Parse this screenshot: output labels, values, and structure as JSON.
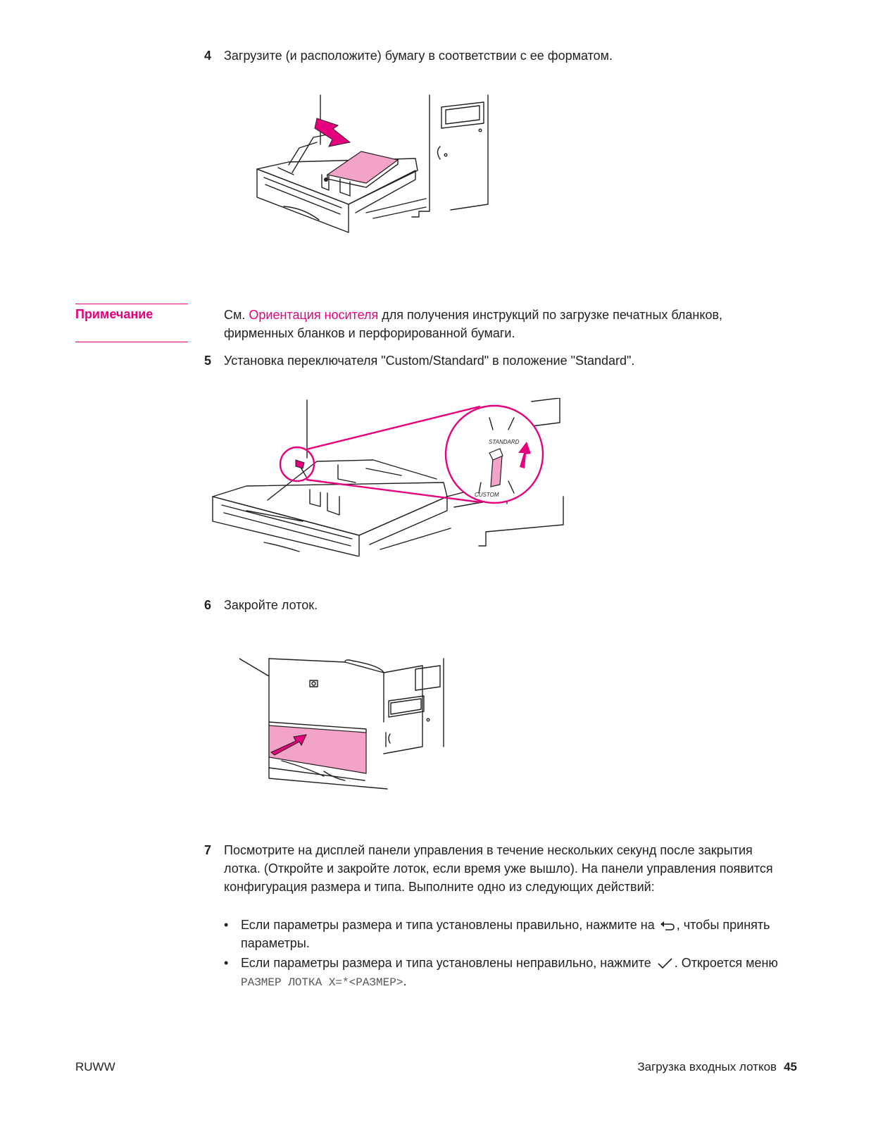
{
  "steps": [
    {
      "num": "4",
      "text": "Загрузите (и расположите) бумагу в соответствии с ее форматом."
    },
    {
      "num": "5",
      "text": "Установка переключателя \"Custom/Standard\" в положение \"Standard\"."
    },
    {
      "num": "6",
      "text": "Закройте лоток."
    },
    {
      "num": "7",
      "text": "Посмотрите на дисплей панели управления в течение нескольких секунд после закрытия лотка. (Откройте и закройте лоток, если время уже вышло). На панели управления появится конфигурация размера и типа. Выполните одно из следующих действий:"
    }
  ],
  "note": {
    "label": "Примечание",
    "prefix": "См. ",
    "link": "Ориентация носителя",
    "rest": " для получения инструкций по загрузке печатных бланков, фирменных бланков и перфорированной бумаги."
  },
  "figure2": {
    "switch_top": "STANDARD",
    "switch_bottom": "CUSTOM"
  },
  "bullets": [
    {
      "pre": "Если параметры размера и типа установлены правильно, нажмите на",
      "icon": "back-arrow-icon",
      "post": ", чтобы принять параметры."
    },
    {
      "pre": "Если параметры размера и типа установлены неправильно, нажмите",
      "icon": "checkmark-icon",
      "post": ". Откроется меню ",
      "menu": "РАЗМЕР ЛОТКА X=*<РАЗМЕР>",
      "end": "."
    }
  ],
  "footer": {
    "left": "RUWW",
    "title": "Загрузка входных лотков",
    "page": "45"
  },
  "colors": {
    "accent": "#e6007e",
    "paper_pink": "#f4a3c8",
    "text": "#231f20"
  }
}
